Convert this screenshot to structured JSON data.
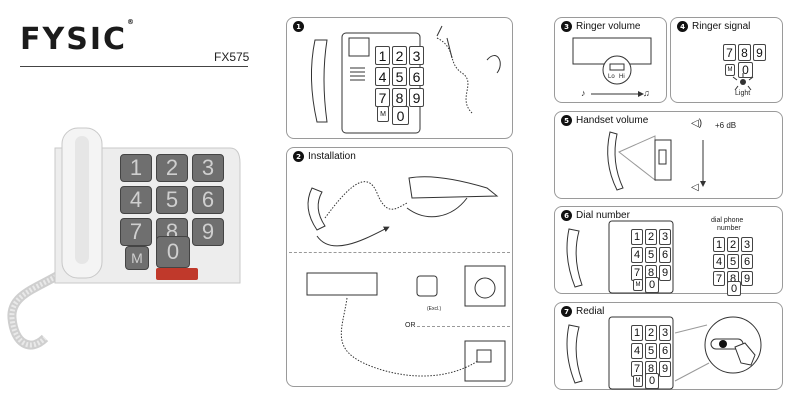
{
  "brand": {
    "name": "FYSIC",
    "reg": "®",
    "model": "FX575"
  },
  "phone_photo": {
    "keys": [
      "1",
      "2",
      "3",
      "4",
      "5",
      "6",
      "7",
      "8",
      "9"
    ],
    "zero": "0",
    "m_key": "M"
  },
  "panels": {
    "p1": {
      "num": "1",
      "title": "",
      "keys": [
        "1",
        "2",
        "3",
        "4",
        "5",
        "6",
        "7",
        "8",
        "9"
      ],
      "zero": "0",
      "m_key": "M"
    },
    "p2": {
      "num": "2",
      "title": "Installation",
      "or_label": "OR",
      "excl_label": "(Excl.)"
    },
    "p3": {
      "num": "3",
      "title": "Ringer volume",
      "lo": "Lo",
      "hi": "Hi"
    },
    "p4": {
      "num": "4",
      "title": "Ringer signal",
      "keys": [
        "7",
        "8",
        "9"
      ],
      "zero": "0",
      "m_key": "M",
      "light_label": "Light"
    },
    "p5": {
      "num": "5",
      "title": "Handset volume",
      "gain": "+6 dB"
    },
    "p6": {
      "num": "6",
      "title": "Dial number",
      "caption_line1": "dial phone",
      "caption_line2": "number",
      "keys": [
        "1",
        "2",
        "3",
        "4",
        "5",
        "6",
        "7",
        "8",
        "9"
      ],
      "zero": "0",
      "m_key": "M"
    },
    "p7": {
      "num": "7",
      "title": "Redial",
      "keys": [
        "1",
        "2",
        "3",
        "4",
        "5",
        "6",
        "7",
        "8",
        "9"
      ],
      "zero": "0",
      "m_key": "M"
    }
  }
}
